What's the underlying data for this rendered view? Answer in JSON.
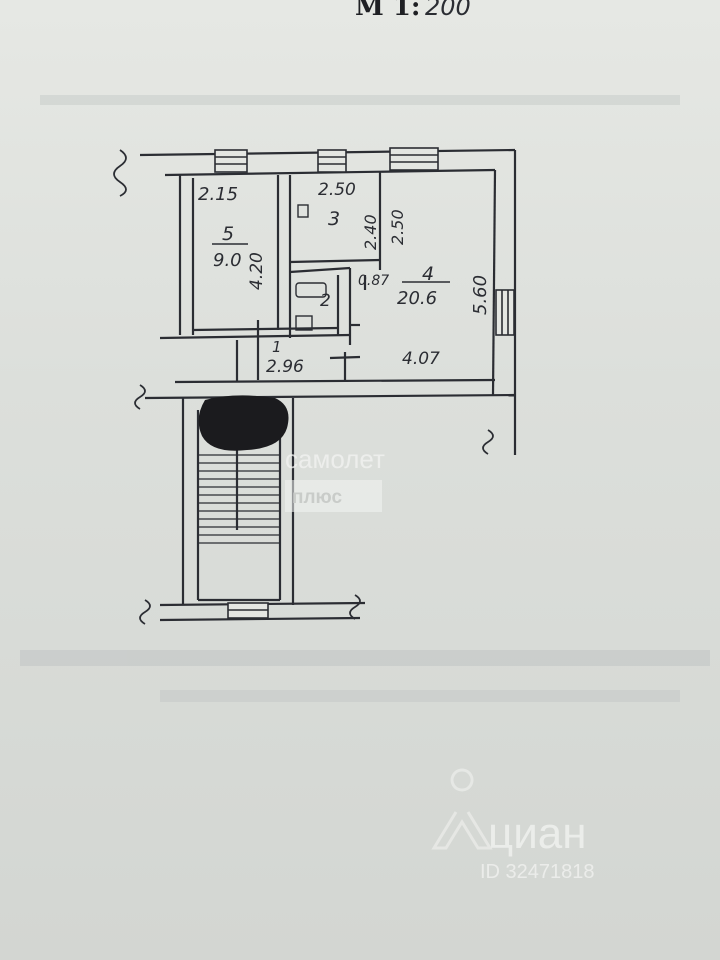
{
  "scale": {
    "label": "М 1:",
    "value": "200"
  },
  "rooms": [
    {
      "id": "5",
      "area": "9.0",
      "width": "2.15",
      "length": "4.20"
    },
    {
      "id": "3",
      "width": "2.50",
      "length": "2.40",
      "side": "2.50"
    },
    {
      "id": "4",
      "area": "20.6",
      "length": "5.60",
      "width": "4.07"
    },
    {
      "id": "2",
      "width": "0.87"
    },
    {
      "id": "1",
      "length": "2.96"
    }
  ],
  "watermarks": {
    "samolet_line1": "самолет",
    "samolet_line2": "плюс",
    "cian_logo": "циан",
    "cian_id": "ID 32471818"
  },
  "colors": {
    "ink": "#2b2d33",
    "paper": "#dcdfdb",
    "redaction": "#1b1b1e"
  }
}
